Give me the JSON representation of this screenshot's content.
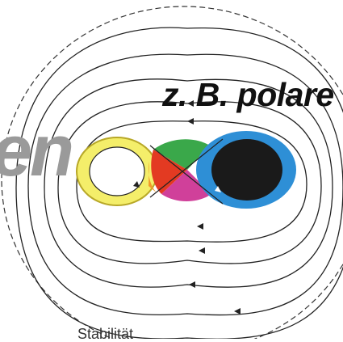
{
  "caption": "z. B. polare",
  "cropped_large_text": "en",
  "cropped_bottom_text": "Stabilität",
  "colors": {
    "yellow_ring": "#e8e04a",
    "yellow_ring_dark": "#c8b830",
    "blue_zone": "#2e8fd6",
    "black_core": "#1a1a1a",
    "green_zone": "#3aa84a",
    "red_zone": "#e33a22",
    "magenta_zone": "#d0409a",
    "orange_zone": "#f29a2a",
    "field_lines": "#222222",
    "big_text": "#9a9a9a"
  },
  "field_line_count": 5
}
